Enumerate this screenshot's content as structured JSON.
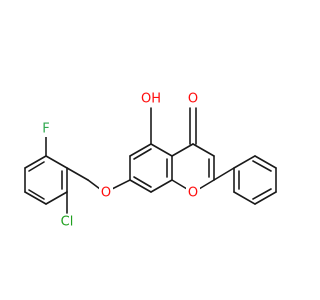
{
  "diagram": {
    "type": "chemical-structure",
    "atoms": {
      "oh": {
        "label": "OH",
        "color": "#ff0d0d"
      },
      "carbonyl_o": {
        "label": "O",
        "color": "#ff0d0d"
      },
      "ring_o": {
        "label": "O",
        "color": "#ff0d0d"
      },
      "ether_o": {
        "label": "O",
        "color": "#ff0d0d"
      },
      "fluorine": {
        "label": "F",
        "color": "#2fa84f"
      },
      "chlorine": {
        "label": "Cl",
        "color": "#1fa01f"
      }
    },
    "bond_color": "#1a1a1a"
  }
}
